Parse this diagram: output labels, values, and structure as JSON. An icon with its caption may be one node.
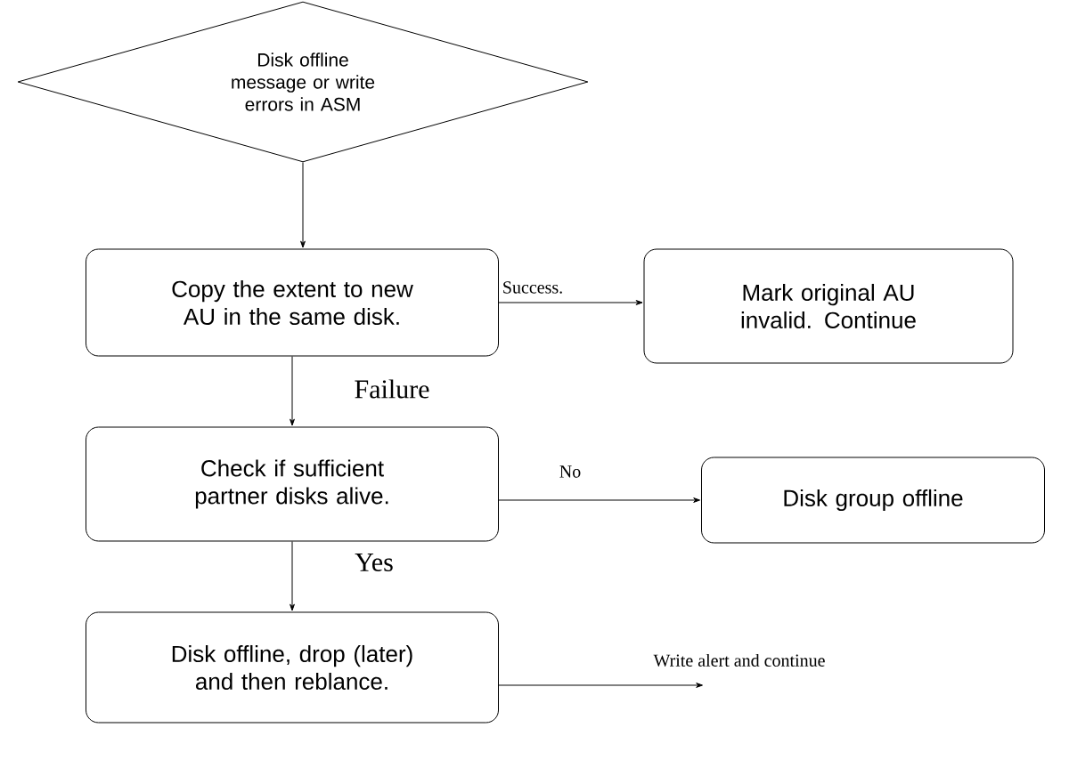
{
  "diagram": {
    "nodes": [
      {
        "text": [
          "Disk offline message or write errors in ASM"
        ]
      },
      {
        "text": [
          "Copy the extent to new AU in the same disk."
        ]
      },
      {
        "text": [
          "Mark original AU invalid. Continue"
        ]
      },
      {
        "text": [
          "Check if sufficient partner disks alive."
        ]
      },
      {
        "text": [
          "Disk group offline"
        ]
      },
      {
        "text": [
          "Disk offline, drop (later) and then reblance."
        ]
      }
    ],
    "edges": [
      {
        "from": 0,
        "to": 1,
        "arrow": "to"
      },
      {
        "from": 1,
        "to": 2,
        "arrow": "to",
        "label": "Success."
      },
      {
        "from": 1,
        "to": 3,
        "arrow": "to",
        "label": "Failure"
      },
      {
        "from": 3,
        "to": 4,
        "arrow": "to",
        "label": "No"
      },
      {
        "from": 3,
        "to": 5,
        "arrow": "to",
        "label": "Yes"
      },
      {
        "from": 5,
        "to": null,
        "arrow": "to",
        "label": "Write alert and continue"
      }
    ]
  }
}
